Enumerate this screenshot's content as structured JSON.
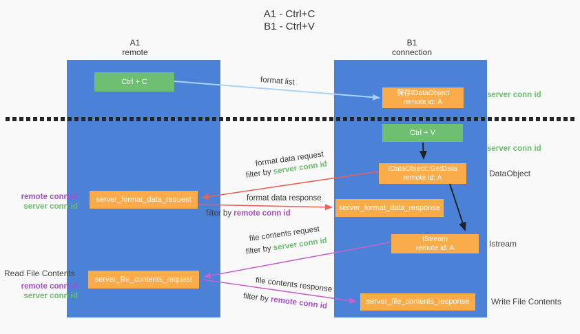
{
  "title": {
    "line1": "A1 - Ctrl+C",
    "line2": "B1 - Ctrl+V"
  },
  "lanes": {
    "left": {
      "title": "A1",
      "subtitle": "remote"
    },
    "right": {
      "title": "B1",
      "subtitle": "connection"
    }
  },
  "nodes": {
    "ctrl_c": {
      "label": "Ctrl + C"
    },
    "ctrl_v": {
      "label": "Ctrl + V"
    },
    "save_dataobject": {
      "line1": "保存IDataObject",
      "line2": "remote id: A"
    },
    "getdata": {
      "line1": "IDataObject::GetData",
      "line2": "remote id: A"
    },
    "istream": {
      "line1": "IStream",
      "line2": "remote id: A"
    },
    "server_format_data_request": {
      "label": "server_format_data_request"
    },
    "server_format_data_response": {
      "label": "server_format_data_response"
    },
    "server_file_contents_request": {
      "label": "server_file_contents_request"
    },
    "server_file_contents_response": {
      "label": "server_file_contents_response"
    }
  },
  "arrow_labels": {
    "format_list": "format list",
    "format_data_request": "format data request",
    "format_data_response": "format data response",
    "file_contents_request": "file contents request",
    "file_contents_response": "file contents response",
    "filter_by": "filter by ",
    "server_conn_id": "server conn id",
    "remote_conn_id": "remote conn id"
  },
  "side_labels": {
    "server_conn_id_top": "server conn id",
    "server_conn_id_mid": "server conn id",
    "dataobject": "DataObject",
    "istream": "Istream",
    "write_file_contents": "Write File Contents",
    "read_file_contents": "Read File Contents",
    "remote_conn_id": "remote conn id",
    "server_conn_id": "server conn id"
  },
  "colors": {
    "lane_blue": "#4b82d8",
    "node_green": "#6fbf72",
    "node_orange": "#f9ac49",
    "arrow_lightblue": "#a9d2f3",
    "arrow_red": "#e96159",
    "arrow_magenta": "#c364ca",
    "arrow_black": "#222222",
    "text_green": "#6abf6d",
    "text_purple": "#a64fc9"
  }
}
